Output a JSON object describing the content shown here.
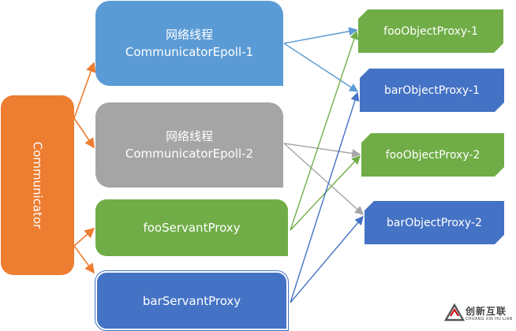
{
  "nodes": {
    "communicator": {
      "label": "Communicator"
    },
    "epoll1": {
      "line1": "网络线程",
      "line2": "CommunicatorEpoll-1"
    },
    "epoll2": {
      "line1": "网络线程",
      "line2": "CommunicatorEpoll-2"
    },
    "foo_servant_proxy": {
      "label": "fooServantProxy"
    },
    "bar_servant_proxy": {
      "label": "barServantProxy"
    },
    "foo_object_proxy_1": {
      "label": "fooObjectProxy-1"
    },
    "bar_object_proxy_1": {
      "label": "barObjectProxy-1"
    },
    "foo_object_proxy_2": {
      "label": "fooObjectProxy-2"
    },
    "bar_object_proxy_2": {
      "label": "barObjectProxy-2"
    }
  },
  "edges": [
    {
      "from": "communicator",
      "to": "epoll1",
      "color": "#ed7d31"
    },
    {
      "from": "communicator",
      "to": "epoll2",
      "color": "#ed7d31"
    },
    {
      "from": "communicator",
      "to": "foo_servant_proxy",
      "color": "#ed7d31"
    },
    {
      "from": "communicator",
      "to": "bar_servant_proxy",
      "color": "#ed7d31"
    },
    {
      "from": "epoll1",
      "to": "foo_object_proxy_1",
      "color": "#5b9bd5"
    },
    {
      "from": "epoll1",
      "to": "bar_object_proxy_1",
      "color": "#5b9bd5"
    },
    {
      "from": "epoll2",
      "to": "foo_object_proxy_2",
      "color": "#a5a5a5"
    },
    {
      "from": "epoll2",
      "to": "bar_object_proxy_2",
      "color": "#a5a5a5"
    },
    {
      "from": "foo_servant_proxy",
      "to": "foo_object_proxy_1",
      "color": "#70ad47"
    },
    {
      "from": "foo_servant_proxy",
      "to": "foo_object_proxy_2",
      "color": "#70ad47"
    },
    {
      "from": "bar_servant_proxy",
      "to": "bar_object_proxy_1",
      "color": "#4472c4"
    },
    {
      "from": "bar_servant_proxy",
      "to": "bar_object_proxy_2",
      "color": "#4472c4"
    }
  ],
  "colors": {
    "orange": "#ed7d31",
    "light_blue": "#5b9bd5",
    "gray": "#a5a5a5",
    "green": "#70ad47",
    "blue": "#4472c4"
  },
  "watermark": {
    "cn": "创新互联",
    "en": "CHUANG XIN HU LIAN",
    "icon": "logo-icon"
  }
}
